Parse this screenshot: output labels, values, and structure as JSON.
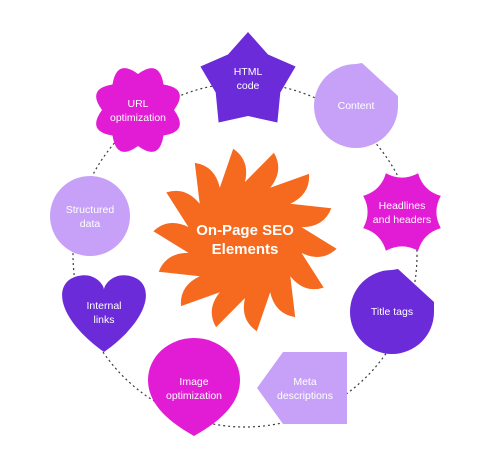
{
  "center": {
    "line1": "On-Page SEO",
    "line2": "Elements",
    "color": "#f56a1e"
  },
  "ring_color": "#3a3a3a",
  "nodes": [
    {
      "id": "html-code",
      "line1": "HTML",
      "line2": "code",
      "shape": "star-pentagon",
      "color": "#6c2bd9"
    },
    {
      "id": "content",
      "line1": "Content",
      "line2": "",
      "shape": "circle-notched",
      "color": "#c7a1f7"
    },
    {
      "id": "headlines-headers",
      "line1": "Headlines",
      "line2": "and headers",
      "shape": "blob",
      "color": "#e21bd5"
    },
    {
      "id": "title-tags",
      "line1": "Title tags",
      "line2": "",
      "shape": "circle-notched",
      "color": "#6c2bd9"
    },
    {
      "id": "meta-descriptions",
      "line1": "Meta",
      "line2": "descriptions",
      "shape": "arrow-house",
      "color": "#c7a1f7"
    },
    {
      "id": "image-optimization",
      "line1": "Image",
      "line2": "optimization",
      "shape": "drop",
      "color": "#e21bd5"
    },
    {
      "id": "internal-links",
      "line1": "Internal",
      "line2": "links",
      "shape": "heart",
      "color": "#6c2bd9"
    },
    {
      "id": "structured-data",
      "line1": "Structured",
      "line2": "data",
      "shape": "circle",
      "color": "#c7a1f7"
    },
    {
      "id": "url-optimization",
      "line1": "URL",
      "line2": "optimization",
      "shape": "flower",
      "color": "#e21bd5"
    }
  ]
}
